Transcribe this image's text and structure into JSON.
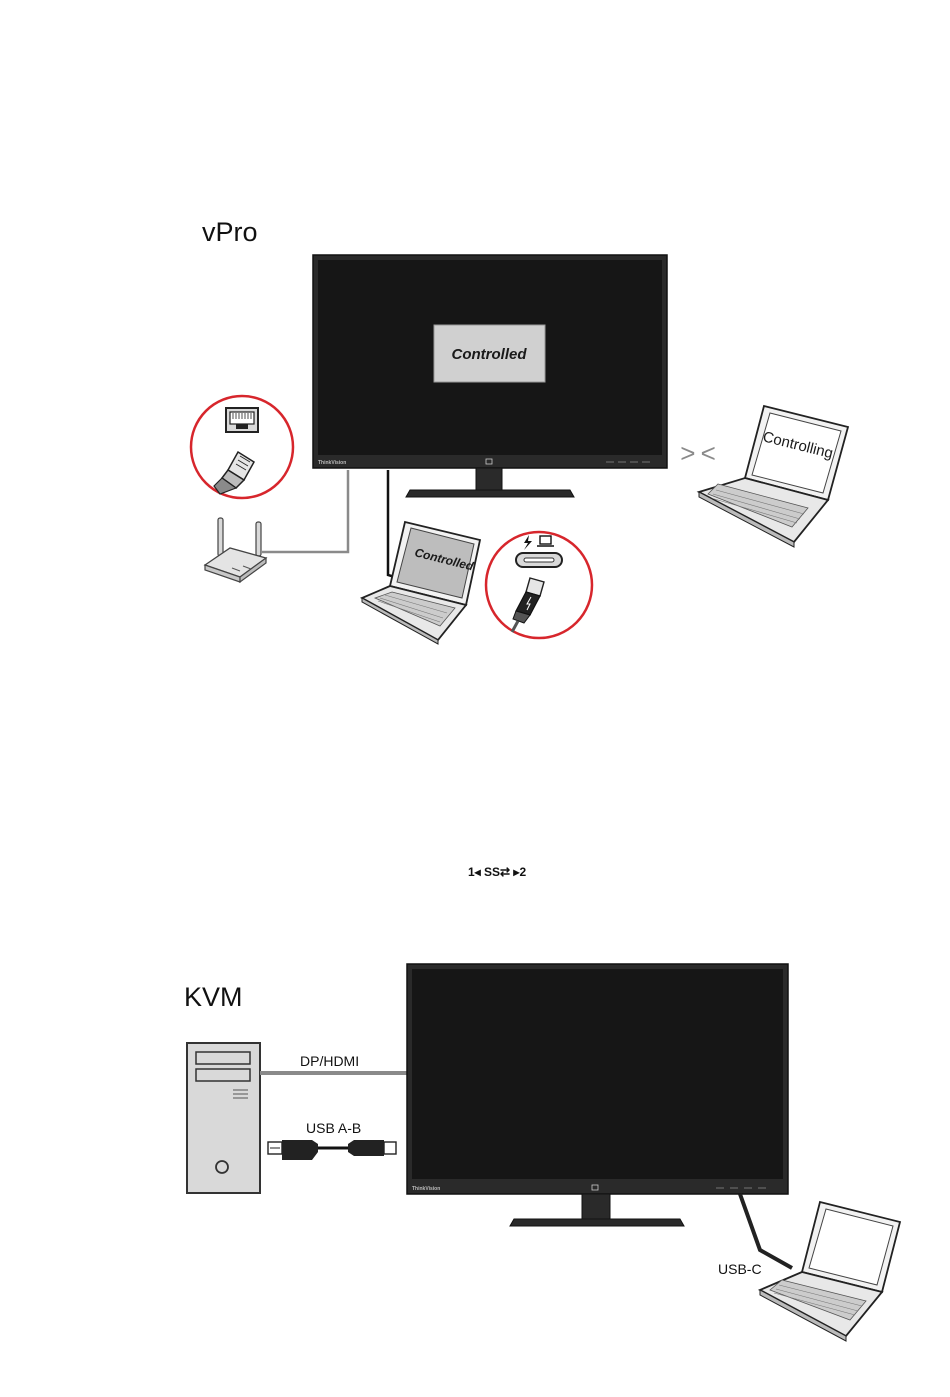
{
  "vpro": {
    "title": "vPro",
    "monitor_screen_text": "Controlled",
    "monitor_brand": "ThinkVision",
    "remote_laptop_text": "Controlling",
    "local_laptop_text": "Controlled",
    "remote_link_symbol": "> <"
  },
  "usb_symbol_text": "1◂ SS⇄ ▸2",
  "kvm": {
    "title": "KVM",
    "monitor_brand": "ThinkVision",
    "cable_dp_label": "DP/HDMI",
    "cable_usb_label": "USB A-B",
    "cable_usbc_label": "USB-C"
  },
  "colors": {
    "screen": "#161616",
    "bezel": "#2a2a2a",
    "red_circle": "#d7262c",
    "cable_gray": "#8a8a8a",
    "device_gray": "#d9d9d9"
  }
}
